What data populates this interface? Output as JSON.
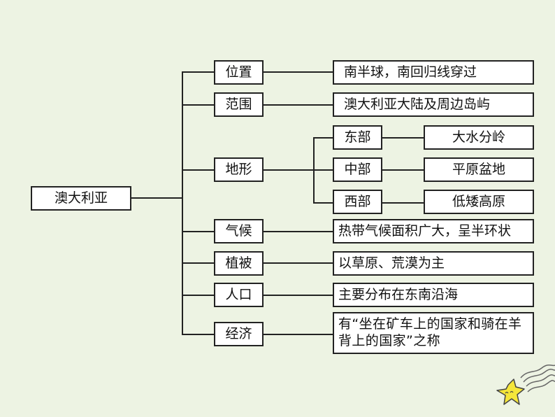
{
  "root": {
    "label": "澳大利亚"
  },
  "categories": [
    {
      "label": "位置",
      "detail": "南半球，南回归线穿过"
    },
    {
      "label": "范围",
      "detail": "澳大利亚大陆及周边岛屿"
    },
    {
      "label": "地形",
      "children": [
        {
          "label": "东部",
          "detail": "大水分岭"
        },
        {
          "label": "中部",
          "detail": "平原盆地"
        },
        {
          "label": "西部",
          "detail": "低矮高原"
        }
      ]
    },
    {
      "label": "气候",
      "detail": "热带气候面积广大，呈半环状"
    },
    {
      "label": "植被",
      "detail": "以草原、荒漠为主"
    },
    {
      "label": "人口",
      "detail": "主要分布在东南沿海"
    },
    {
      "label": "经济",
      "detail": "有“坐在矿车上的国家和骑在羊背上的国家”之称"
    }
  ],
  "decoration": {
    "icon": "shooting-star-icon",
    "colors": {
      "background": "#edf3e3",
      "star": "#f5e63a",
      "line": "#222222"
    }
  }
}
